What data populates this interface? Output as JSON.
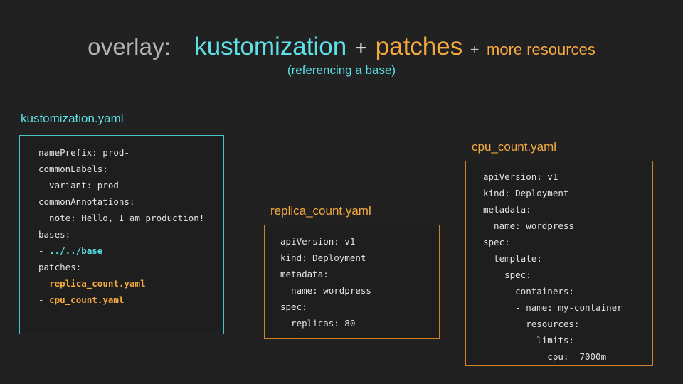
{
  "title": {
    "overlay_label": "overlay:",
    "term_kustomization": "kustomization",
    "plus_1": "+",
    "term_patches": "patches",
    "plus_2": "+",
    "term_more_resources": "more resources",
    "subtitle": "(referencing a base)"
  },
  "colors": {
    "background": "#212121",
    "box_fill": "#1e1e1e",
    "cyan": "#5de0e6",
    "cyan_border": "#43c6c6",
    "orange": "#f6a93f",
    "orange_border": "#d1812c",
    "gray_text": "#b3b3b3",
    "code_text": "#e3e3e3"
  },
  "files": [
    {
      "name": "kustomization.yaml",
      "accent": "cyan",
      "lines": [
        [
          {
            "t": "namePrefix: prod-",
            "c": "plain"
          }
        ],
        [
          {
            "t": "commonLabels:",
            "c": "plain"
          }
        ],
        [
          {
            "t": "  variant: prod",
            "c": "plain"
          }
        ],
        [
          {
            "t": "commonAnnotations:",
            "c": "plain"
          }
        ],
        [
          {
            "t": "  note: Hello, I am production!",
            "c": "plain"
          }
        ],
        [
          {
            "t": "bases:",
            "c": "plain"
          }
        ],
        [
          {
            "t": "- ",
            "c": "plain"
          },
          {
            "t": "../../base",
            "c": "cyan"
          }
        ],
        [
          {
            "t": "patches:",
            "c": "plain"
          }
        ],
        [
          {
            "t": "- ",
            "c": "plain"
          },
          {
            "t": "replica_count.yaml",
            "c": "orange"
          }
        ],
        [
          {
            "t": "- ",
            "c": "plain"
          },
          {
            "t": "cpu_count.yaml",
            "c": "orange"
          }
        ]
      ]
    },
    {
      "name": "replica_count.yaml",
      "accent": "orange",
      "lines": [
        [
          {
            "t": "apiVersion: v1",
            "c": "plain"
          }
        ],
        [
          {
            "t": "kind: Deployment",
            "c": "plain"
          }
        ],
        [
          {
            "t": "metadata:",
            "c": "plain"
          }
        ],
        [
          {
            "t": "  name: wordpress",
            "c": "plain"
          }
        ],
        [
          {
            "t": "spec:",
            "c": "plain"
          }
        ],
        [
          {
            "t": "  replicas: 80",
            "c": "plain"
          }
        ]
      ]
    },
    {
      "name": "cpu_count.yaml",
      "accent": "orange",
      "lines": [
        [
          {
            "t": "apiVersion: v1",
            "c": "plain"
          }
        ],
        [
          {
            "t": "kind: Deployment",
            "c": "plain"
          }
        ],
        [
          {
            "t": "metadata:",
            "c": "plain"
          }
        ],
        [
          {
            "t": "  name: wordpress",
            "c": "plain"
          }
        ],
        [
          {
            "t": "spec:",
            "c": "plain"
          }
        ],
        [
          {
            "t": "  template:",
            "c": "plain"
          }
        ],
        [
          {
            "t": "    spec:",
            "c": "plain"
          }
        ],
        [
          {
            "t": "      containers:",
            "c": "plain"
          }
        ],
        [
          {
            "t": "      - name: my-container",
            "c": "plain"
          }
        ],
        [
          {
            "t": "        resources:",
            "c": "plain"
          }
        ],
        [
          {
            "t": "          limits:",
            "c": "plain"
          }
        ],
        [
          {
            "t": "            cpu:  7000m",
            "c": "plain"
          }
        ]
      ]
    }
  ]
}
